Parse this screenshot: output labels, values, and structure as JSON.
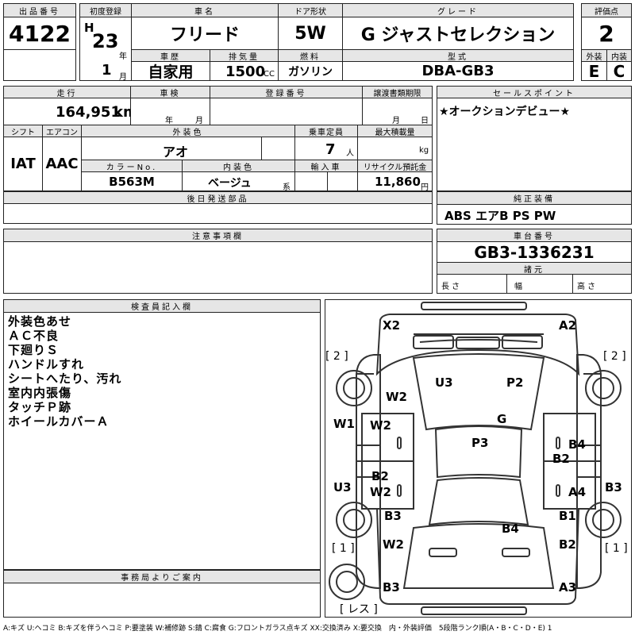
{
  "lot": {
    "label": "出品番号",
    "value": "4122"
  },
  "first_reg": {
    "label": "初度登録",
    "era": "H",
    "year": "23",
    "year_unit": "年",
    "month": "1",
    "month_unit": "月"
  },
  "car_name": {
    "label": "車名",
    "value": "フリード"
  },
  "door": {
    "label": "ドア形状",
    "value": "5W"
  },
  "grade": {
    "label": "グレード",
    "value": "G ジャストセレクション"
  },
  "score": {
    "label": "評価点",
    "value": "2"
  },
  "history": {
    "label": "車歴",
    "value": "自家用"
  },
  "displacement": {
    "label": "排気量",
    "value": "1500",
    "unit": "CC"
  },
  "fuel": {
    "label": "燃料",
    "value": "ガソリン"
  },
  "model": {
    "label": "型式",
    "value": "DBA-GB3"
  },
  "ext_grade": {
    "label": "外装",
    "value": "E"
  },
  "int_grade": {
    "label": "内装",
    "value": "C"
  },
  "mileage": {
    "label": "走行",
    "value": "164,951",
    "unit": "km"
  },
  "inspection": {
    "label": "車検",
    "year_unit": "年",
    "month_unit": "月"
  },
  "reg_number": {
    "label": "登録番号"
  },
  "transfer_deadline": {
    "label": "譲渡書類期限",
    "month_unit": "月",
    "day_unit": "日"
  },
  "sales_point": {
    "label": "セールスポイント",
    "value": "★オークションデビュー★"
  },
  "shift": {
    "label": "シフト",
    "value": "IAT"
  },
  "aircon": {
    "label": "エアコン",
    "value": "AAC"
  },
  "ext_color": {
    "label": "外装色",
    "value": "アオ"
  },
  "capacity": {
    "label": "乗車定員",
    "value": "7",
    "unit": "人"
  },
  "max_load": {
    "label": "最大積載量",
    "unit": "kg"
  },
  "color_no": {
    "label": "カラーNo.",
    "value": "B563M"
  },
  "int_color": {
    "label": "内装色",
    "value": "ベージュ",
    "suffix": "系"
  },
  "import": {
    "label": "輸入車"
  },
  "recycle": {
    "label": "リサイクル預託金",
    "value": "11,860",
    "unit": "円"
  },
  "later_parts": {
    "label": "後日発送部品"
  },
  "equipment": {
    "label": "純正装備",
    "value": "ABS エアB PS PW"
  },
  "notice": {
    "label": "注意事項欄"
  },
  "chassis": {
    "label": "車台番号",
    "value": "GB3-1336231"
  },
  "specs": {
    "label": "諸元",
    "length": "長さ",
    "width": "幅",
    "height": "高さ"
  },
  "inspector": {
    "label": "検査員記入欄",
    "notes": [
      "外装色あせ",
      "ＡＣ不良",
      "下廻りＳ",
      "ハンドルすれ",
      "シートへたり、汚れ",
      "室内内張傷",
      "タッチＰ跡",
      "ホイールカバーＡ"
    ]
  },
  "office": {
    "label": "事務局よりご案内"
  },
  "diagram_labels": [
    "X2",
    "A2",
    "[ 2 ]",
    "[ 2 ]",
    "U3",
    "P2",
    "W2",
    "G",
    "W1",
    "W2",
    "P3",
    "B4",
    "B2",
    "B2",
    "W2",
    "A4",
    "U3",
    "B3",
    "B3",
    "B1",
    "B4",
    "[ 1 ]",
    "[ 1 ]",
    "W2",
    "B2",
    "B3",
    "A3",
    "[ レス ]"
  ],
  "legend": "A:キズ U:ヘコミ B:キズを伴うヘコミ P:要塗装 W:補修跡 S:錆 C:腐食 G:フロントガラス点キズ XX:交換済み X:要交換　内・外装評価　5段階ランク順(A・B・C・D・E) 1"
}
